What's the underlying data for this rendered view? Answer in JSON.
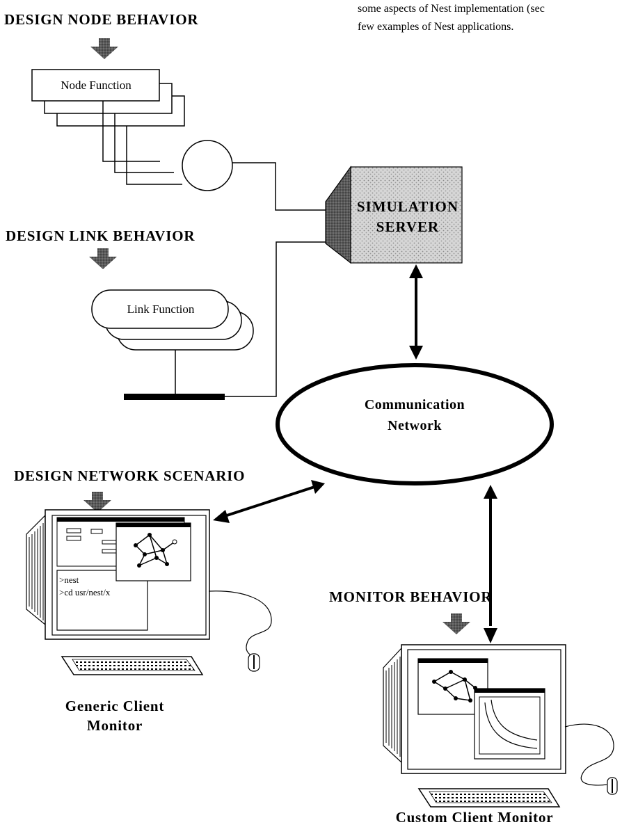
{
  "intro_text": {
    "line1": "some aspects of Nest implementation (sec",
    "line2": "few examples of Nest applications."
  },
  "headings": {
    "design_node": "DESIGN NODE BEHAVIOR",
    "design_link": "DESIGN LINK BEHAVIOR",
    "design_network": "DESIGN NETWORK SCENARIO",
    "monitor_behavior": "MONITOR BEHAVIOR"
  },
  "boxes": {
    "node_function": "Node Function",
    "link_function": "Link Function",
    "server_line1": "SIMULATION",
    "server_line2": "SERVER",
    "network_line1": "Communication",
    "network_line2": "Network"
  },
  "generic_client": {
    "terminal_line1": ">nest",
    "terminal_line2": ">cd usr/nest/x",
    "caption_line1": "Generic Client",
    "caption_line2": "Monitor"
  },
  "custom_client": {
    "caption": "Custom Client Monitor"
  }
}
